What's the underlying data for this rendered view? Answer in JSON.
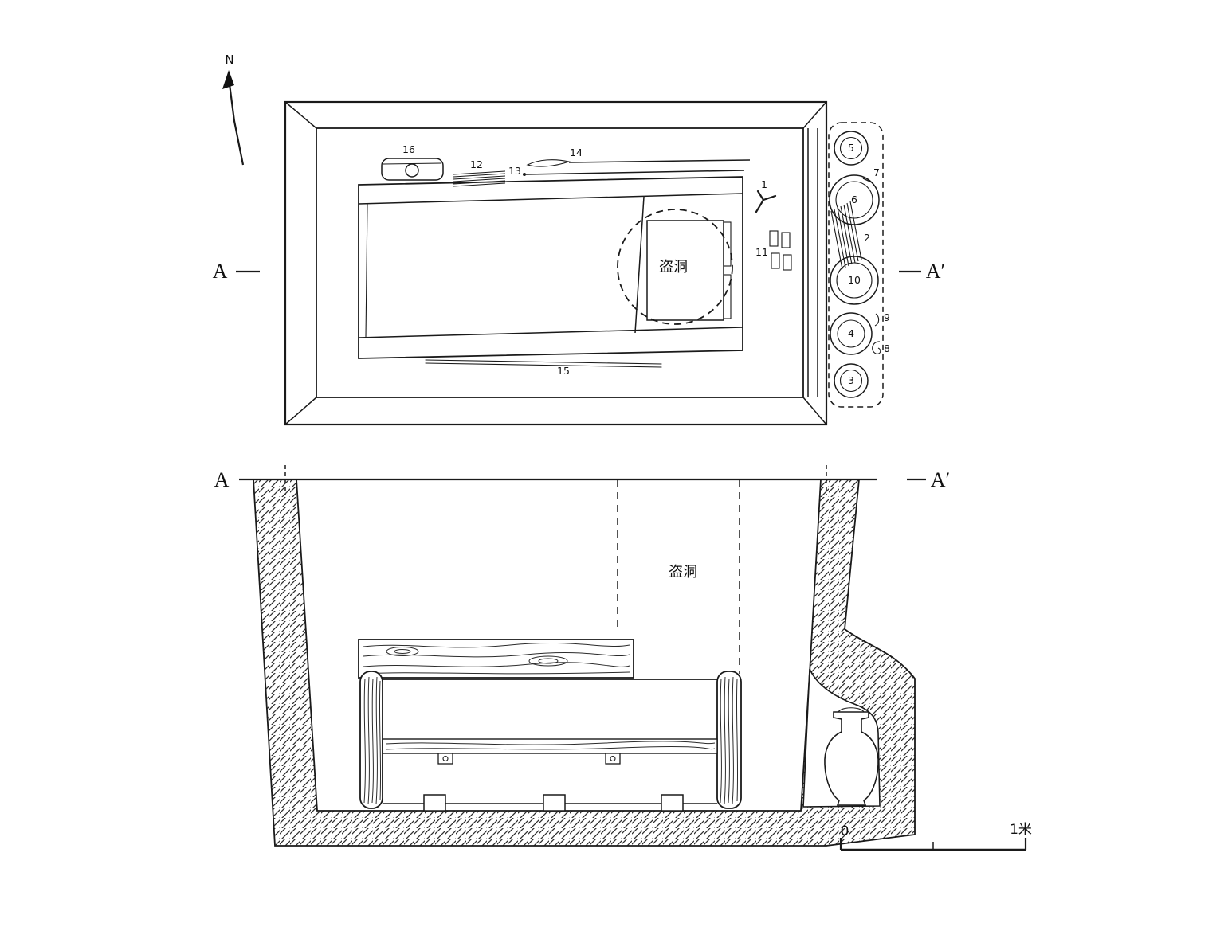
{
  "compass": {
    "north_label": "N"
  },
  "plan_view": {
    "section_marker_left": "A",
    "section_marker_right": "A′",
    "robber_hole_label": "盗洞"
  },
  "section_view": {
    "section_marker_left": "A",
    "section_marker_right": "A′",
    "robber_hole_label": "盗洞"
  },
  "artifact_numbers": {
    "n1": "1",
    "n2": "2",
    "n3": "3",
    "n4": "4",
    "n5": "5",
    "n6": "6",
    "n7": "7",
    "n8": "8",
    "n9": "9",
    "n10": "10",
    "n11": "11",
    "n12": "12",
    "n13": "13",
    "n14": "14",
    "n15": "15",
    "n16": "16"
  },
  "scale_bar": {
    "zero_label": "0",
    "meter_label": "1米"
  },
  "colors": {
    "ink": "#1a1a1a",
    "paper": "#ffffff"
  }
}
